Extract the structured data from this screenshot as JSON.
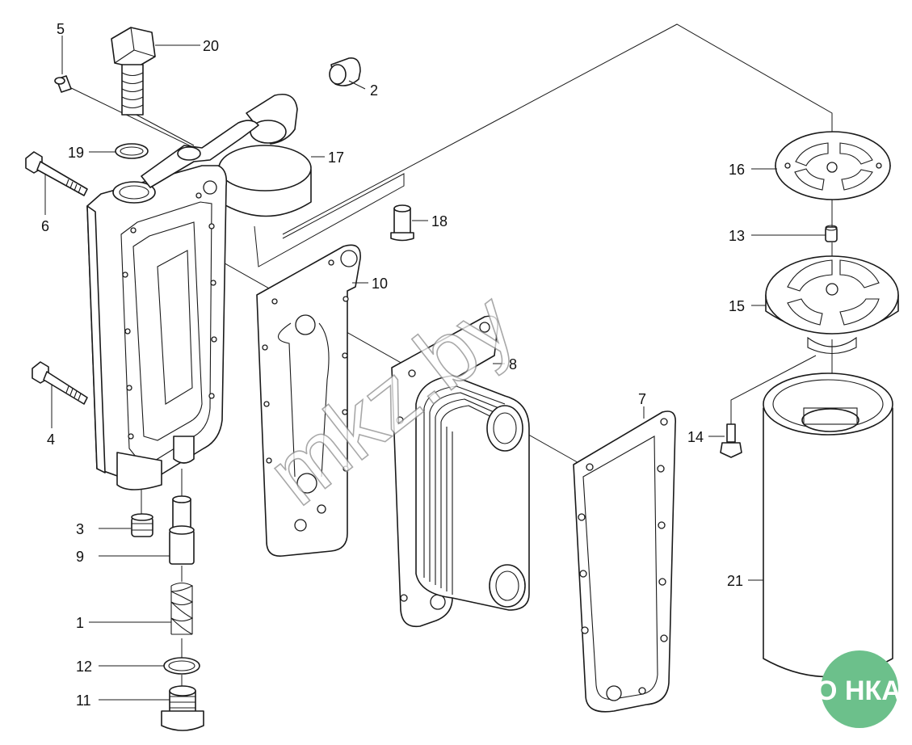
{
  "callouts": [
    {
      "id": "c1",
      "text": "1"
    },
    {
      "id": "c2",
      "text": "2"
    },
    {
      "id": "c3",
      "text": "3"
    },
    {
      "id": "c4",
      "text": "4"
    },
    {
      "id": "c5",
      "text": "5"
    },
    {
      "id": "c6",
      "text": "6"
    },
    {
      "id": "c7",
      "text": "7"
    },
    {
      "id": "c8",
      "text": "8"
    },
    {
      "id": "c9",
      "text": "9"
    },
    {
      "id": "c10",
      "text": "10"
    },
    {
      "id": "c11",
      "text": "11"
    },
    {
      "id": "c12",
      "text": "12"
    },
    {
      "id": "c13",
      "text": "13"
    },
    {
      "id": "c14",
      "text": "14"
    },
    {
      "id": "c15",
      "text": "15"
    },
    {
      "id": "c16",
      "text": "16"
    },
    {
      "id": "c17",
      "text": "17"
    },
    {
      "id": "c18",
      "text": "18"
    },
    {
      "id": "c19",
      "text": "19"
    },
    {
      "id": "c20",
      "text": "20"
    },
    {
      "id": "c21",
      "text": "21"
    }
  ],
  "watermark": "mkz.by",
  "logo": {
    "text": "АГРО НКА",
    "color": "#6cc08b"
  }
}
